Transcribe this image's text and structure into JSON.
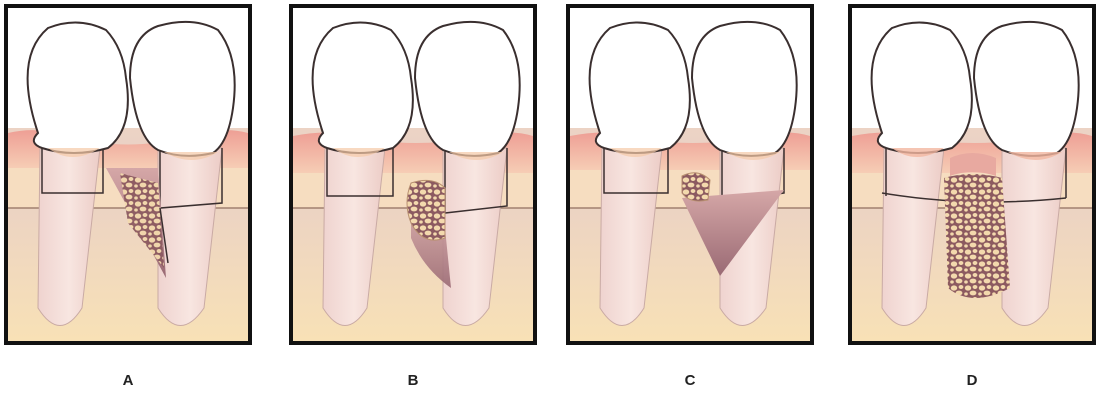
{
  "panels": [
    {
      "label": "A"
    },
    {
      "label": "B"
    },
    {
      "label": "C"
    },
    {
      "label": "D"
    }
  ],
  "colors": {
    "enamel": "#ffffff",
    "gingiva": "#f0b7aa",
    "bone_light": "#f7e3c3",
    "bone_dark": "#ead1b2",
    "root": "#f1d9d3",
    "defect": "#b98993",
    "graft_bg": "#8c5a60",
    "graft_particle": "#f3d9ad",
    "outline": "#3a2f2f"
  }
}
